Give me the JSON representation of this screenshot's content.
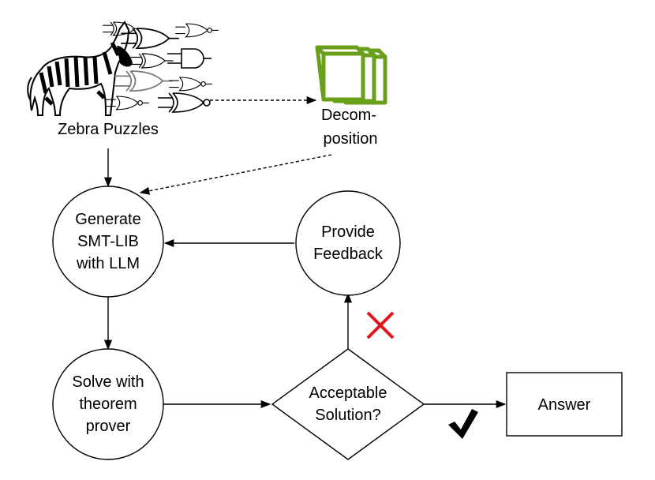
{
  "inputs": {
    "zebra_puzzles_label": "Zebra Puzzles"
  },
  "decomposition": {
    "label_line1": "Decom-",
    "label_line2": "position",
    "icon_color": "#6a9f1c"
  },
  "nodes": {
    "generate": {
      "line1": "Generate",
      "line2": "SMT-LIB",
      "line3": "with LLM"
    },
    "feedback": {
      "line1": "Provide",
      "line2": "Feedback"
    },
    "solve": {
      "line1": "Solve with",
      "line2": "theorem",
      "line3": "prover"
    },
    "acceptable": {
      "line1": "Acceptable",
      "line2": "Solution?"
    },
    "answer": {
      "label": "Answer"
    }
  },
  "markers": {
    "reject_symbol": "✕",
    "reject_color": "#e3151a",
    "accept_symbol": "✔"
  }
}
